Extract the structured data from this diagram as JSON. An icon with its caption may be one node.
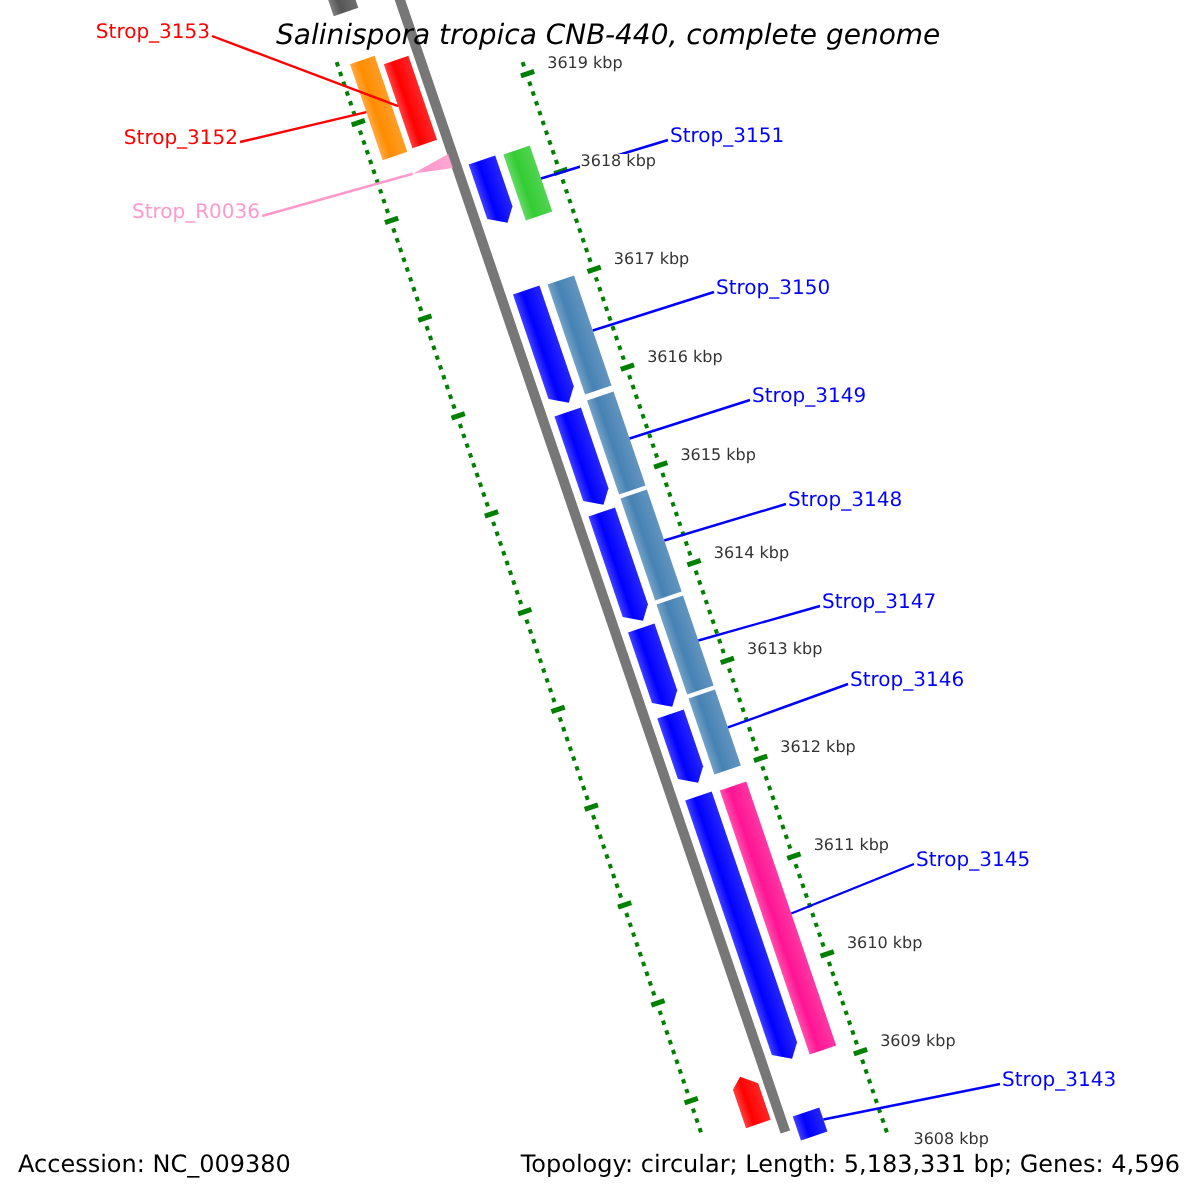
{
  "diagram": {
    "title": "Salinispora tropica CNB-440, complete genome",
    "nodes": [
      {
        "text": [
          "Strop_3153"
        ]
      },
      {
        "text": [
          "Strop_3152"
        ]
      },
      {
        "text": [
          "Strop_3151"
        ]
      },
      {
        "text": [
          "Strop_R0036"
        ]
      },
      {
        "text": [
          "Strop_3150"
        ]
      },
      {
        "text": [
          "Strop_3149"
        ]
      },
      {
        "text": [
          "Strop_3148"
        ]
      },
      {
        "text": [
          "Strop_3147"
        ]
      },
      {
        "text": [
          "Strop_3146"
        ]
      },
      {
        "text": [
          "Strop_3145"
        ]
      },
      {
        "text": [
          "Strop_3143"
        ]
      },
      {
        "text": [],
        "shape": "bar"
      },
      {
        "text": [],
        "shape": "bar"
      },
      {
        "text": [],
        "shape": "bar"
      },
      {
        "text": [],
        "shape": "triangle"
      },
      {
        "text": [],
        "shape": "bar"
      },
      {
        "text": [],
        "shape": "bar"
      },
      {
        "text": [],
        "shape": "bar"
      },
      {
        "text": [],
        "shape": "bar"
      },
      {
        "text": [],
        "shape": "bar"
      },
      {
        "text": [],
        "shape": "bar"
      },
      {
        "text": [],
        "shape": "bar"
      },
      {
        "text": [],
        "shape": "bar"
      },
      {
        "text": [],
        "shape": "bar"
      },
      {
        "text": [],
        "shape": "bar"
      },
      {
        "text": [],
        "shape": "bar"
      },
      {
        "text": [],
        "shape": "bar"
      },
      {
        "text": [],
        "shape": "bar"
      },
      {
        "text": [],
        "shape": "bar"
      },
      {
        "text": [],
        "shape": "bar"
      },
      {
        "text": [],
        "shape": "bar"
      }
    ],
    "edges": [
      {
        "from": 0,
        "to": 11,
        "arrow": "none",
        "color": "#ff0000"
      },
      {
        "from": 1,
        "to": 12,
        "arrow": "none",
        "color": "#ff0000"
      },
      {
        "from": 2,
        "to": 13,
        "arrow": "none"
      },
      {
        "from": 3,
        "to": 14,
        "arrow": "none",
        "color": "#ff99cc"
      },
      {
        "from": 4,
        "to": 15,
        "arrow": "none"
      },
      {
        "from": 5,
        "to": 16,
        "arrow": "none"
      },
      {
        "from": 6,
        "to": 17,
        "arrow": "none"
      },
      {
        "from": 7,
        "to": 18,
        "arrow": "none"
      },
      {
        "from": 8,
        "to": 19,
        "arrow": "none"
      },
      {
        "from": 9,
        "to": 20,
        "arrow": "none"
      },
      {
        "from": 10,
        "to": 21,
        "arrow": "none"
      }
    ],
    "labels": [
      "3619 kbp",
      "3618 kbp",
      "3617 kbp",
      "3616 kbp",
      "3615 kbp",
      "3614 kbp",
      "3613 kbp",
      "3612 kbp",
      "3611 kbp",
      "3610 kbp",
      "3609 kbp",
      "3608 kbp",
      "Accession: NC_009380",
      "Topology: circular; Length: 5,183,331 bp; Genes: 4,596"
    ]
  }
}
